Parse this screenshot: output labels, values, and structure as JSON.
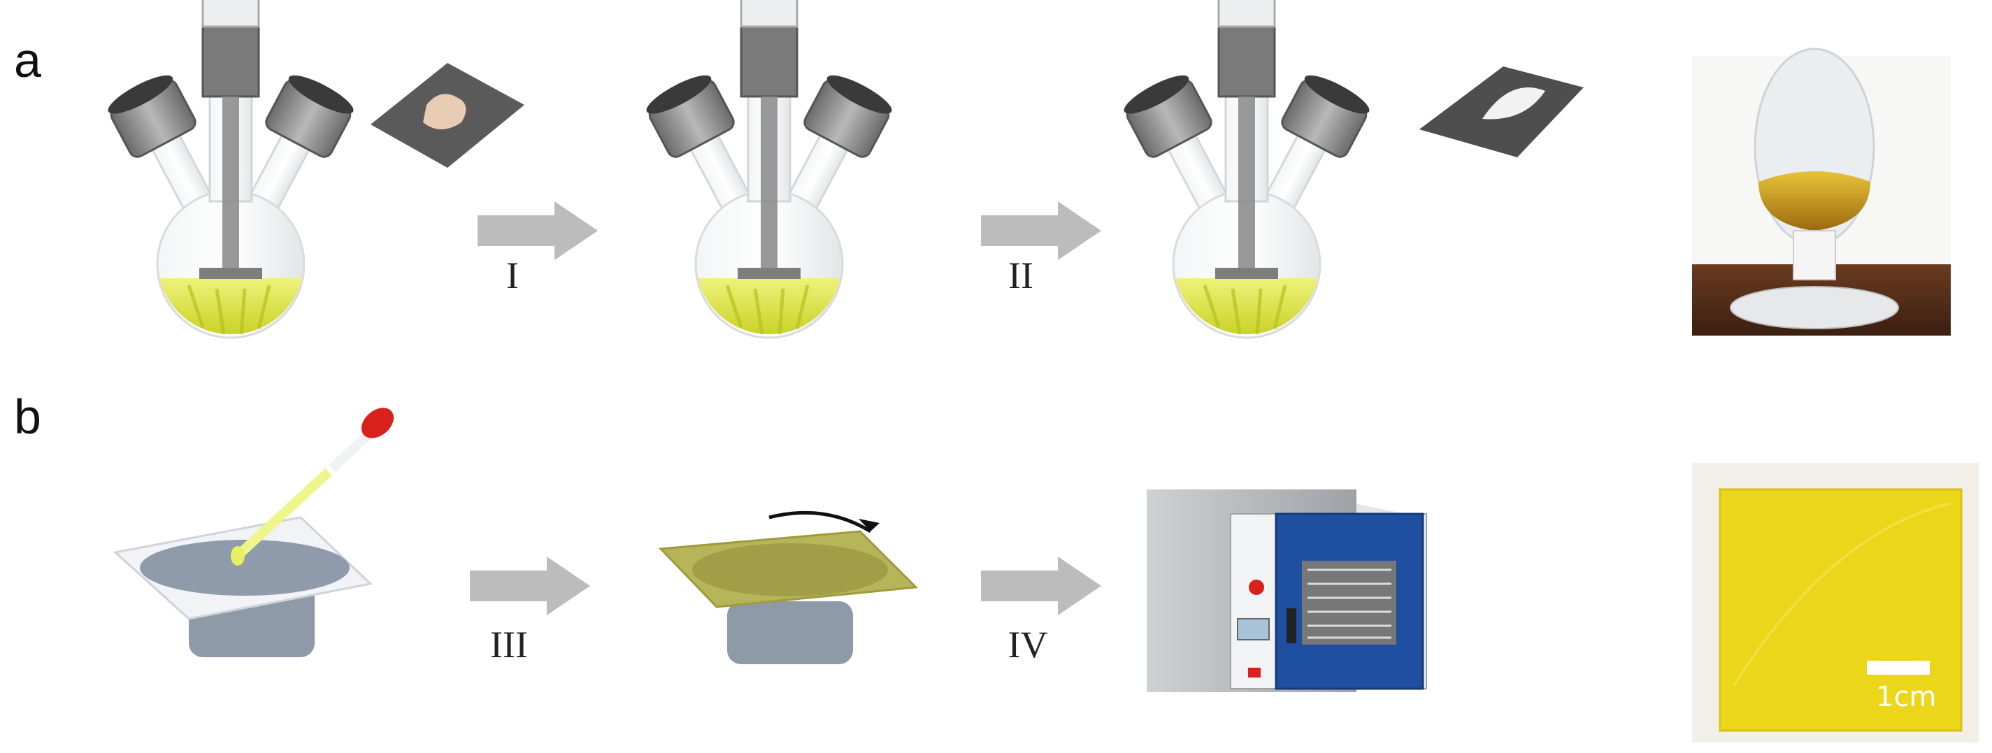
{
  "panels": [
    {
      "label": "a"
    },
    {
      "label": "b"
    }
  ],
  "steps": [
    {
      "label": "I"
    },
    {
      "label": "II"
    },
    {
      "label": "III"
    },
    {
      "label": "IV"
    }
  ],
  "scale_bar": {
    "label": "1cm"
  },
  "colors": {
    "solution_yellow": "#d6df3a",
    "film_yellow": "#ecd61a",
    "arrow_gray": "#bcbcbc",
    "oven_blue": "#1f4fa0",
    "dropper_red": "#d8201c"
  }
}
